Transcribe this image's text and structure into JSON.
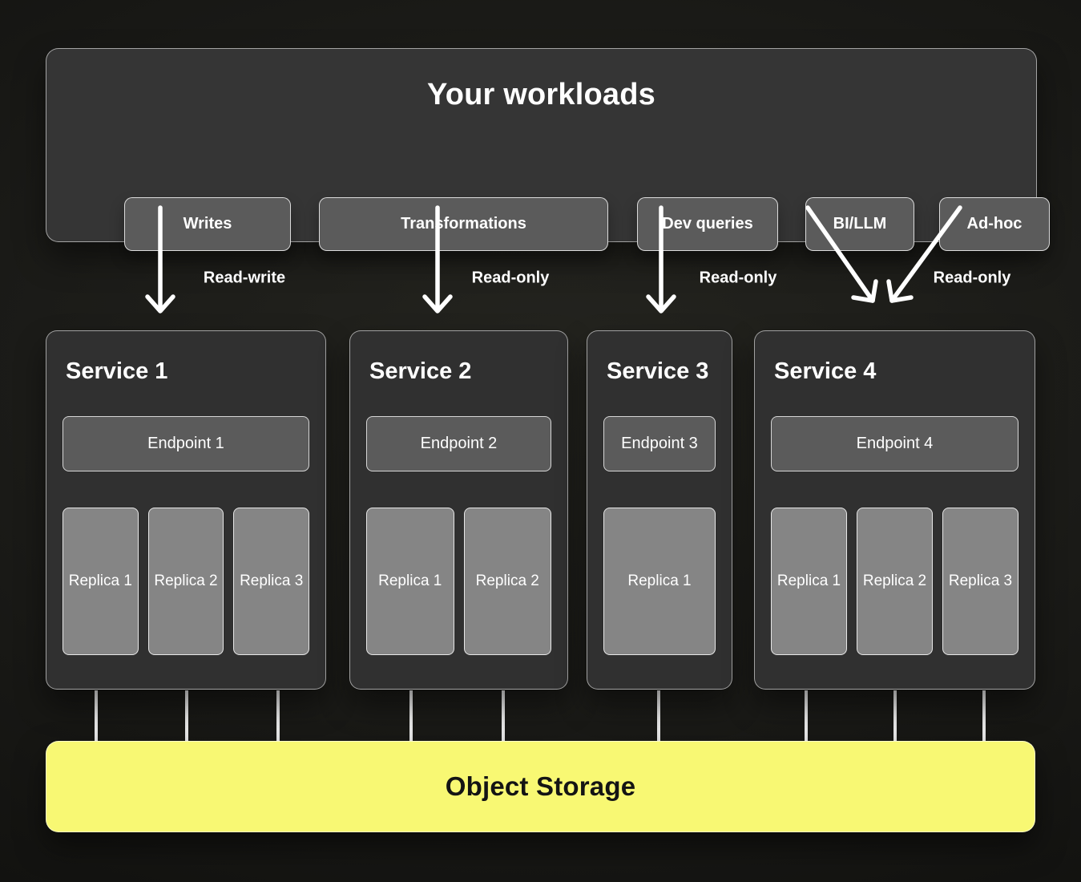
{
  "diagram": {
    "workloads": {
      "title": "Your workloads",
      "items": [
        {
          "label": "Writes"
        },
        {
          "label": "Transformations"
        },
        {
          "label": "Dev queries"
        },
        {
          "label": "BI/LLM"
        },
        {
          "label": "Ad-hoc"
        }
      ]
    },
    "edges": [
      {
        "label": "Read-write"
      },
      {
        "label": "Read-only"
      },
      {
        "label": "Read-only"
      },
      {
        "label": "Read-only"
      }
    ],
    "services": [
      {
        "name": "Service 1",
        "endpoint": "Endpoint 1",
        "replicas": [
          "Replica 1",
          "Replica 2",
          "Replica 3"
        ]
      },
      {
        "name": "Service 2",
        "endpoint": "Endpoint 2",
        "replicas": [
          "Replica 1",
          "Replica 2"
        ]
      },
      {
        "name": "Service 3",
        "endpoint": "Endpoint 3",
        "replicas": [
          "Replica 1"
        ]
      },
      {
        "name": "Service 4",
        "endpoint": "Endpoint 4",
        "replicas": [
          "Replica 1",
          "Replica 2",
          "Replica 3"
        ]
      }
    ],
    "storage": {
      "label": "Object Storage"
    },
    "colors": {
      "storage_fill": "#f8f873",
      "panel_fill": "#303030",
      "chip_fill": "#5b5b5b",
      "replica_fill": "#858585",
      "arrow": "#ffffff"
    }
  }
}
